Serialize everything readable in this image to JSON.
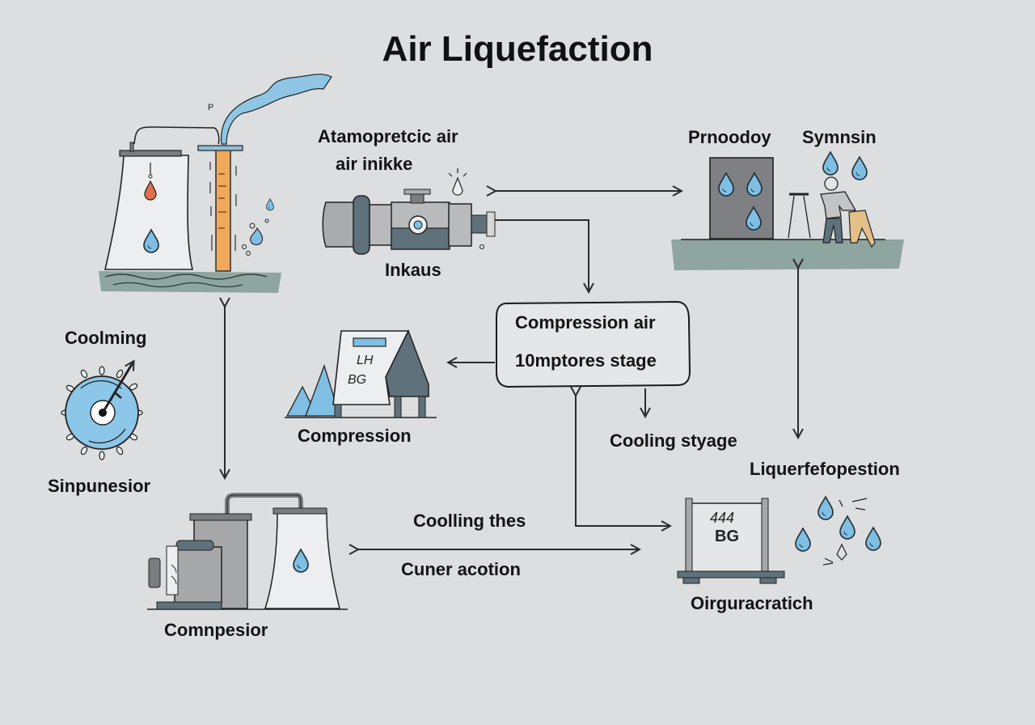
{
  "title": "Air Liquefaction",
  "nodes": {
    "intake": {
      "label_top1": "Atamopretcic air",
      "label_top2": "air inikke",
      "label_bottom": "Inkaus"
    },
    "product": {
      "label_left": "Prnoodoy",
      "label_right": "Symnsin"
    },
    "compression_box": {
      "line1": "Compression air",
      "line2": "10mptores stage"
    },
    "cooling_stage": {
      "label": "Cooling styage"
    },
    "compression_unit": {
      "label": "Compression",
      "panel_text1": "LH",
      "panel_text2": "BG"
    },
    "cooling_dial": {
      "label_top": "Coolming",
      "label_bottom": "Sinpunesior"
    },
    "compressor": {
      "label": "Comnpesior"
    },
    "arrow_labels": {
      "upper": "Coolling thes",
      "lower": "Cuner acotion"
    },
    "liquefaction": {
      "label": "Liquerfefopestion"
    },
    "storage": {
      "label": "Oirguracratich",
      "panel_text1": "444",
      "panel_text2": "BG"
    },
    "tower": {
      "small_mark": "P"
    }
  },
  "colors": {
    "background": "#dcdedf",
    "water_blue": "#7fbfe3",
    "slate": "#5f717b",
    "ground": "#8ea5a0",
    "orange": "#f0a95a",
    "red_drop": "#e0704f",
    "gray_body": "#9a9c9e",
    "light_body": "#eceeef"
  }
}
